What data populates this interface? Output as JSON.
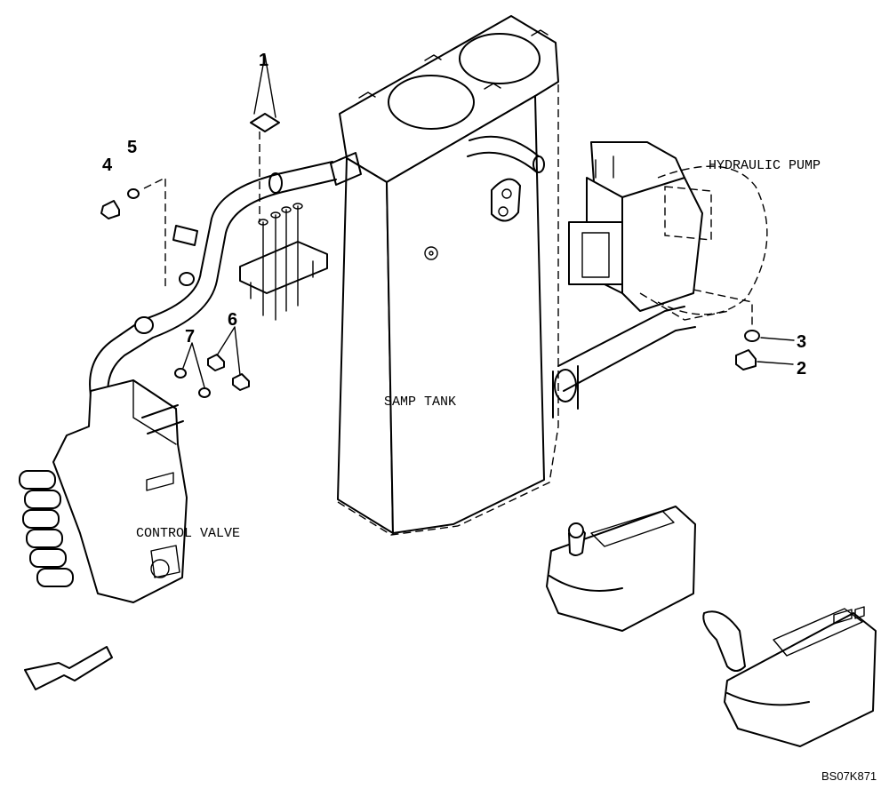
{
  "labels": {
    "hydraulic_pump": "HYDRAULIC PUMP",
    "samp_tank": "SAMP TANK",
    "control_valve": "CONTROL VALVE"
  },
  "callouts": {
    "c1": "1",
    "c2": "2",
    "c3": "3",
    "c4": "4",
    "c5": "5",
    "c6": "6",
    "c7": "7"
  },
  "drawing_code": "BS07K871"
}
